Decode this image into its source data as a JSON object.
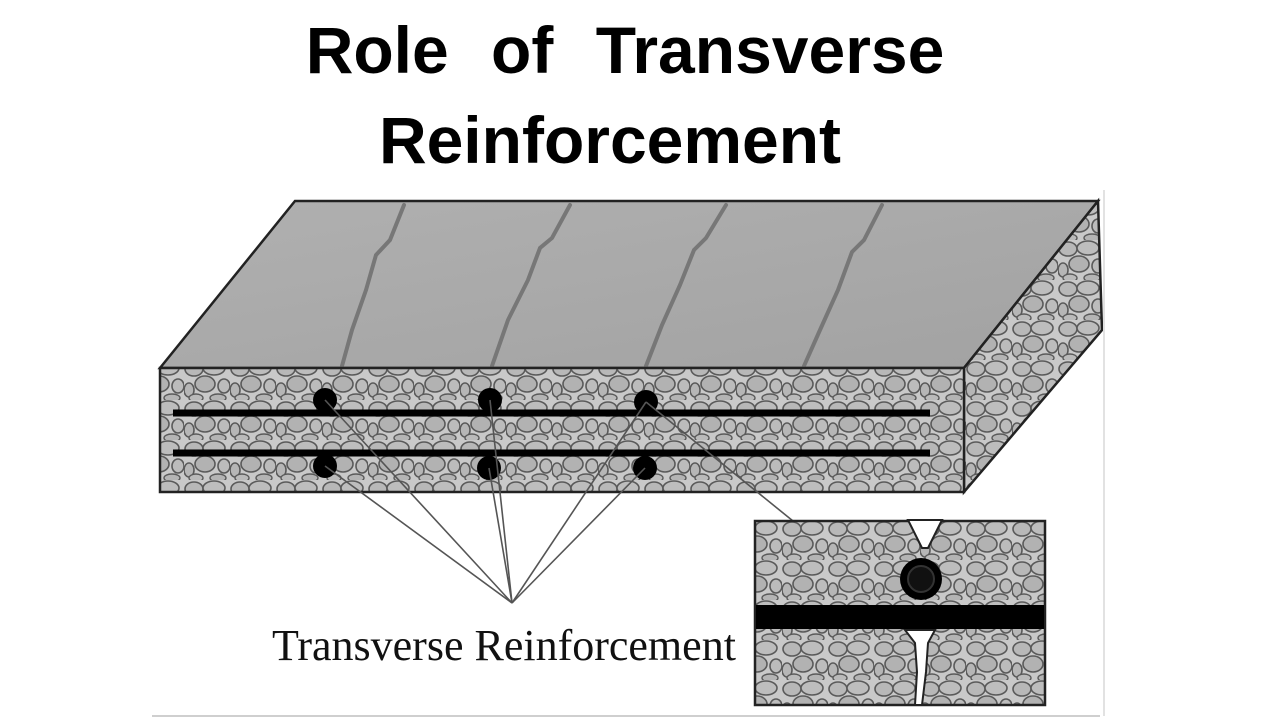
{
  "title": {
    "line1": "Role of Transverse",
    "line2": "Reinforcement"
  },
  "diagram": {
    "label": "Transverse Reinforcement",
    "colors": {
      "concrete_top": "#a9a9a9",
      "aggregate_fill": "#b8b8b8",
      "aggregate_stroke": "#5a5a5a",
      "section_fill": "#c9c9c9",
      "rebar": "#000000",
      "crack": "#7a7a7a"
    }
  }
}
